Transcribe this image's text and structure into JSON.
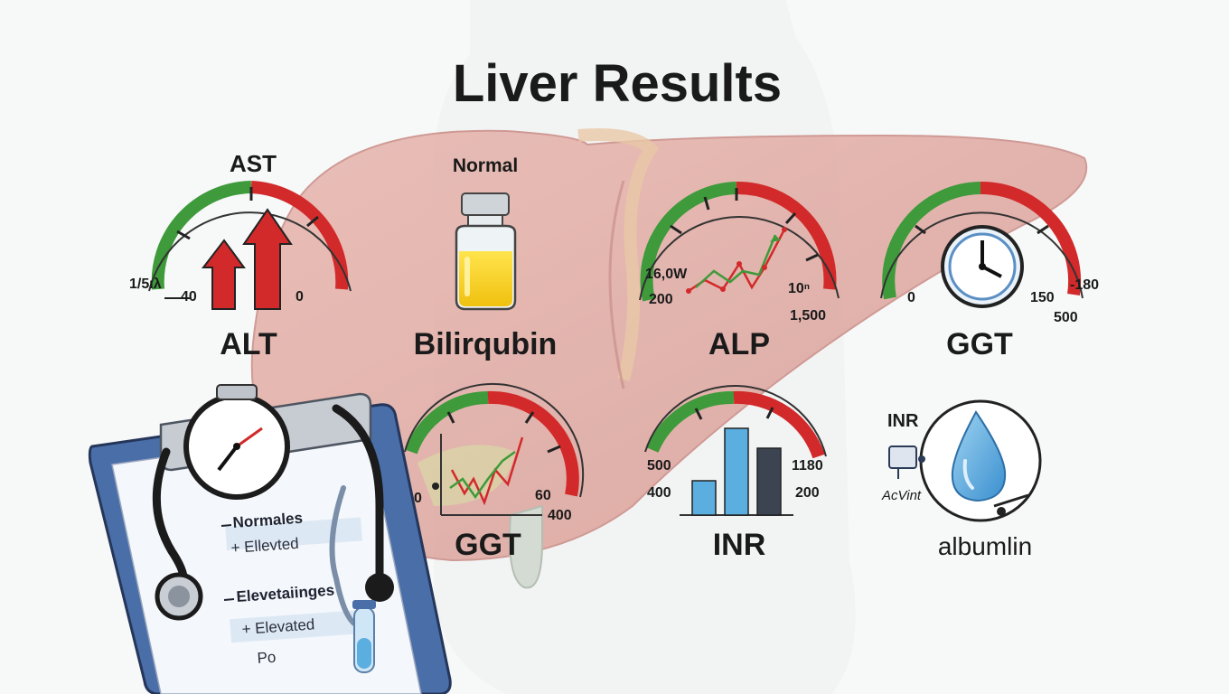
{
  "title": "Liver Results",
  "colors": {
    "good": "#3e9a3a",
    "bad": "#d22a2a",
    "liver": "#e3aaa3",
    "clipboard": "#4a6ea8",
    "bar_blue": "#5aaee0",
    "bar_dark": "#3b4450"
  },
  "panels": {
    "ast": {
      "top_label": "AST",
      "bottom_label": "ALT",
      "tick_left_outer": "1/5ιλ",
      "tick_left": "40",
      "tick_right": "0"
    },
    "bili": {
      "status": "Normal",
      "label": "Bilirqubin"
    },
    "alp": {
      "label": "ALP",
      "tick_left_top": "16,0W",
      "tick_left": "200",
      "tick_right": "10ⁿ",
      "tick_bottom": "1,500"
    },
    "ggt_top": {
      "label": "GGT",
      "tick_left": "0",
      "tick_right": "150",
      "tick_right_outer": "-180",
      "tick_bottom": "500"
    },
    "ggt_mid": {
      "label": "GGT",
      "tick_left": "0",
      "tick_right": "60",
      "tick_bottom": "400"
    },
    "inr": {
      "label": "INR",
      "tick_left_top": "500",
      "tick_left": "400",
      "tick_right_top": "1180",
      "tick_right": "200"
    },
    "albumin": {
      "label": "albumlin",
      "top_label": "INR",
      "device_label": "AcVint"
    }
  },
  "clipboard": {
    "items": [
      "Normales",
      "+ Ellevted",
      "Elevetaiinges",
      "+ Elevated",
      "Po"
    ]
  }
}
